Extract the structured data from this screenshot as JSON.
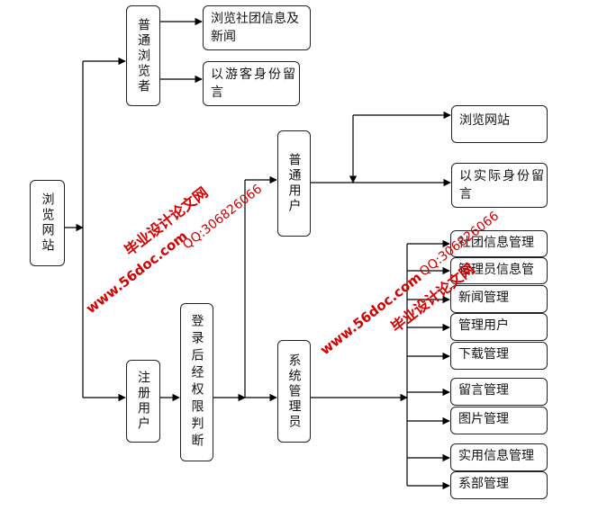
{
  "nodes": {
    "browse_site": "浏览网站",
    "general_browser": "普通浏览者",
    "browse_club_news": "浏览社团信息及新闻",
    "guest_message": "以游客身份留言",
    "registered_user": "注册用户",
    "login_auth": "登录后经权限判断",
    "normal_user": "普通用户",
    "user_browse_site": "浏览网站",
    "real_identity_message": "以实际身份留言",
    "sys_admin": "系统管理员",
    "admin_items": [
      "社团信息管理",
      "管理员信息管",
      "新闻管理",
      "管理用户",
      "下载管理",
      "留言管理",
      "图片管理",
      "实用信息管理",
      "系部管理"
    ]
  },
  "watermarks": {
    "site_name": "毕业设计论文网",
    "url": "www.56doc.com",
    "qq": "QQ:306826066"
  },
  "colors": {
    "line": "#000000",
    "watermark": "#d40000"
  }
}
